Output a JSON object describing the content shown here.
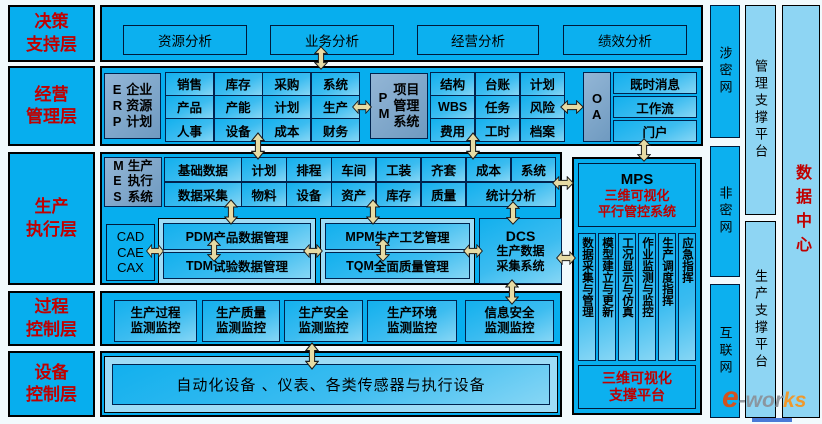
{
  "colors": {
    "panel": "#07aeee",
    "cell_top": "#12b0ee",
    "cell_bottom": "#86d6f5",
    "light_panel": "#9edcf6",
    "gray_label": "#7fa7c9",
    "red_text": "#c00000",
    "arrow_fill": "#e6dba4",
    "border": "#00224d"
  },
  "layers": [
    {
      "label": "决策\n支持层"
    },
    {
      "label": "经营\n管理层"
    },
    {
      "label": "生产\n执行层"
    },
    {
      "label": "过程\n控制层"
    },
    {
      "label": "设备\n控制层"
    }
  ],
  "decision": {
    "boxes": [
      "资源分析",
      "业务分析",
      "经营分析",
      "绩效分析"
    ]
  },
  "management": {
    "erp": {
      "letters": "E\nR\nP",
      "name": "企业\n资源\n计划",
      "grid": [
        [
          "销售",
          "库存",
          "采购",
          "系统"
        ],
        [
          "产品",
          "产能",
          "计划",
          "生产"
        ],
        [
          "人事",
          "设备",
          "成本",
          "财务"
        ]
      ]
    },
    "pm": {
      "letters": "P\nM",
      "name": "项目\n管理\n系统",
      "grid": [
        [
          "结构",
          "台账",
          "计划"
        ],
        [
          "WBS",
          "任务",
          "风险"
        ],
        [
          "费用",
          "工时",
          "档案"
        ]
      ]
    },
    "oa": {
      "letters": "O\nA",
      "items": [
        "既时消息",
        "工作流",
        "门户"
      ]
    }
  },
  "execution": {
    "mes": {
      "letters": "M\nE\nS",
      "name": "生产\n执行\n系统",
      "row1": [
        "基础数据",
        "计划",
        "排程",
        "车间",
        "工装",
        "齐套",
        "成本",
        "系统"
      ],
      "row2": [
        "数据采集",
        "物料",
        "设备",
        "资产",
        "库存",
        "质量",
        "统计分析"
      ]
    },
    "cad": "CAD\nCAE\nCAX",
    "pdm": {
      "abbr": "PDM",
      "name": "产品数据管理"
    },
    "tdm": {
      "abbr": "TDM",
      "name": "试验数据管理"
    },
    "mpm": {
      "abbr": "MPM",
      "name": "生产工艺管理"
    },
    "tqm": {
      "abbr": "TQM",
      "name": "全面质量管理"
    },
    "dcs": {
      "abbr": "DCS",
      "name": "生产数据\n采集系统"
    }
  },
  "mps": {
    "abbr": "MPS",
    "title": "三维可视化\n平行管控系统",
    "columns": [
      "数据采集与管理",
      "模型建立与更新",
      "工况显示与仿真",
      "作业监测与监控",
      "生产调度指挥",
      "应急指挥"
    ],
    "footer": "三维可视化\n支撑平台"
  },
  "process": {
    "boxes": [
      "生产过程\n监测监控",
      "生产质量\n监测监控",
      "生产安全\n监测监控",
      "生产环境\n监测监控",
      "信息安全\n监测监控"
    ]
  },
  "device": {
    "label": "自动化设备 、仪表、各类传感器与执行设备"
  },
  "right_rail": {
    "networks": [
      "涉密网",
      "非密网",
      "互联网"
    ],
    "platforms": [
      "管理支撑平台",
      "生产支撑平台"
    ],
    "datacenter": "数据中心"
  },
  "watermark": {
    "e": "e",
    "mid": "-wor",
    "ks": "ks"
  }
}
